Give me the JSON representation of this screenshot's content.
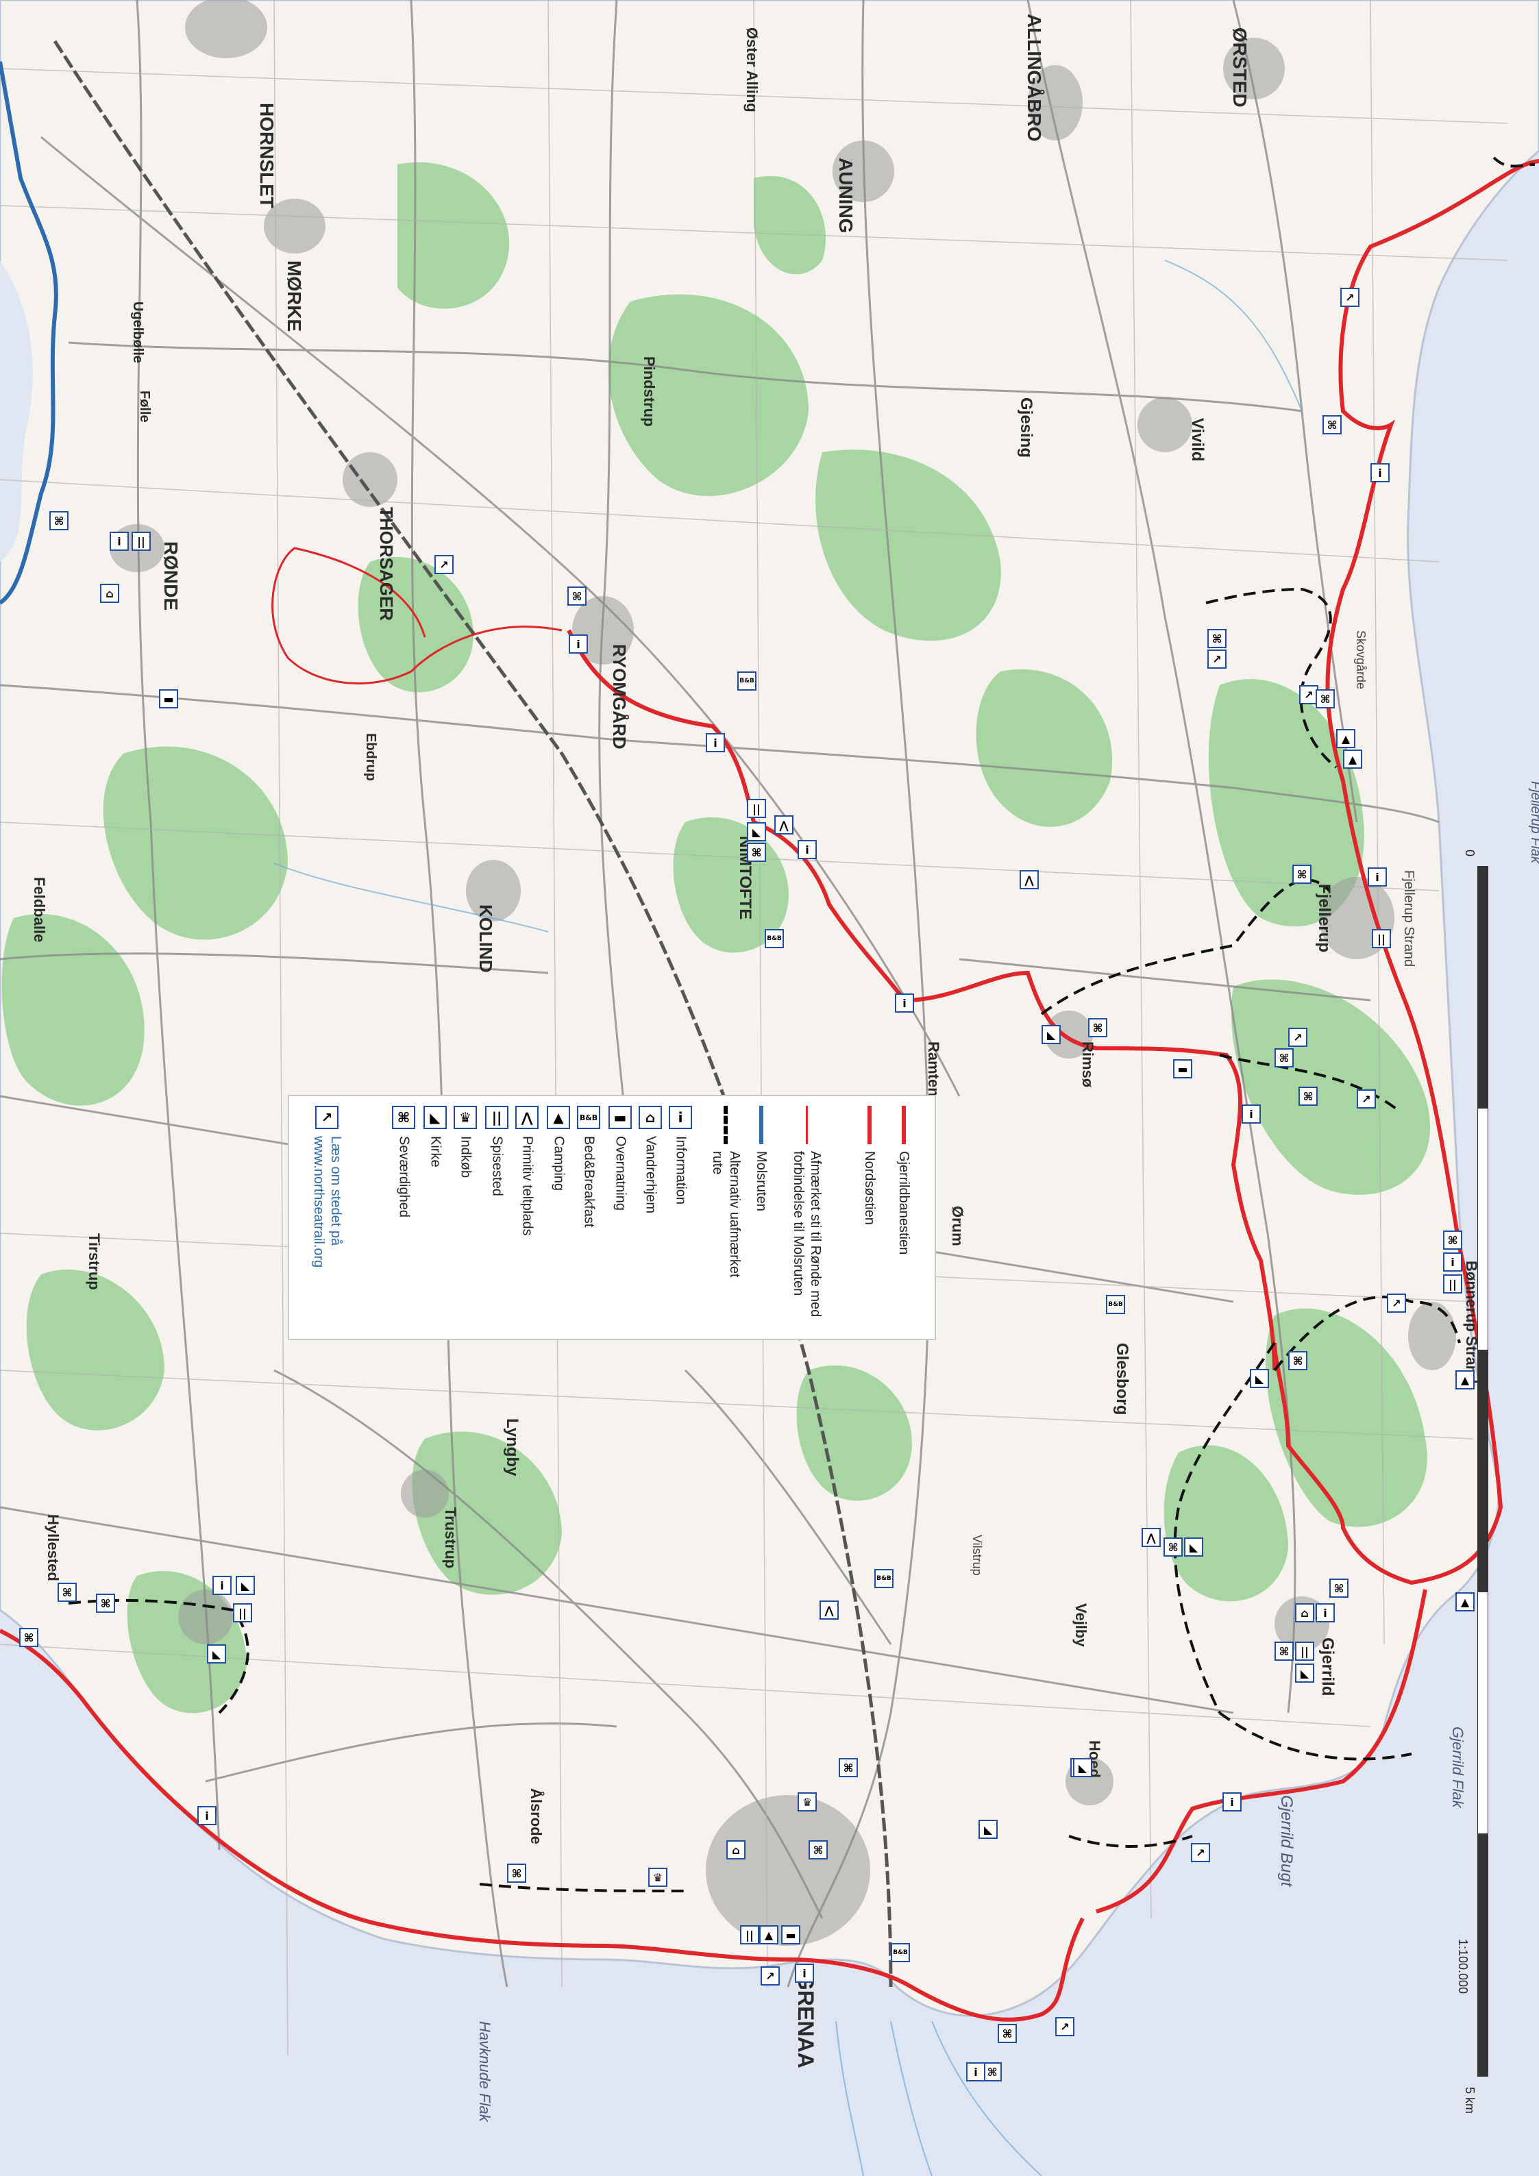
{
  "places": [
    {
      "name": "HORNSLET"
    },
    {
      "name": "MØRKE"
    },
    {
      "name": "RØNDE"
    },
    {
      "name": "THORSAGER"
    },
    {
      "name": "RYOMGÅRD"
    },
    {
      "name": "KOLIND"
    },
    {
      "name": "NIMTOFTE"
    },
    {
      "name": "AUNING"
    },
    {
      "name": "ALLINGÅBRO"
    },
    {
      "name": "ØRSTED"
    },
    {
      "name": "Vivild"
    },
    {
      "name": "Gjesing"
    },
    {
      "name": "Fjellerup"
    },
    {
      "name": "Rimsø"
    },
    {
      "name": "Ramten"
    },
    {
      "name": "Ørum"
    },
    {
      "name": "Glesborg"
    },
    {
      "name": "Bønnerup Strand"
    },
    {
      "name": "Gjerrild"
    },
    {
      "name": "Hoed"
    },
    {
      "name": "GRENAA"
    },
    {
      "name": "Lyngby"
    },
    {
      "name": "Trustrup"
    },
    {
      "name": "Hyllested"
    },
    {
      "name": "Tirstrup"
    },
    {
      "name": "Feldballe"
    },
    {
      "name": "Pindstrup"
    },
    {
      "name": "Vejlby"
    },
    {
      "name": "Ålsrode"
    },
    {
      "name": "Fjellerup Strand"
    },
    {
      "name": "Skovgårde"
    },
    {
      "name": "Vilstrup"
    },
    {
      "name": "Øster Alling"
    },
    {
      "name": "Ugelbølle"
    },
    {
      "name": "Følle"
    },
    {
      "name": "Ebdrup"
    }
  ],
  "water_labels": [
    {
      "name": "Gjerrild Bugt"
    },
    {
      "name": "Havknude Flak"
    },
    {
      "name": "Gjerrild Flak"
    },
    {
      "name": "Fjellerup Flak"
    }
  ],
  "legend": {
    "items": [
      {
        "label": "Gjerrildbanestien",
        "kind": "line",
        "color": "#e0262a"
      },
      {
        "label": "Nordsøstien",
        "kind": "line",
        "color": "#e0262a"
      },
      {
        "label": "Afmærket sti til Rønde med forbindelse til Molsruten",
        "kind": "line-thin",
        "color": "#e0262a"
      },
      {
        "label": "Molsruten",
        "kind": "line",
        "color": "#2c6bb0"
      },
      {
        "label": "Alternativ uafmærket rute",
        "kind": "dash",
        "color": "#000000"
      },
      {
        "label": "Information",
        "kind": "symbol",
        "icon": "info-icon",
        "glyph": "i"
      },
      {
        "label": "Vandrerhjem",
        "kind": "symbol",
        "icon": "hostel-icon",
        "glyph": "⌂"
      },
      {
        "label": "Overnatning",
        "kind": "symbol",
        "icon": "bed-icon",
        "glyph": "▬"
      },
      {
        "label": "Bed&Breakfast",
        "kind": "symbol",
        "icon": "bnb-icon",
        "glyph": "B&B"
      },
      {
        "label": "Camping",
        "kind": "symbol",
        "icon": "camping-icon",
        "glyph": "▲"
      },
      {
        "label": "Primitiv teltplads",
        "kind": "symbol",
        "icon": "tent-icon",
        "glyph": "⋀"
      },
      {
        "label": "Spisested",
        "kind": "symbol",
        "icon": "restaurant-icon",
        "glyph": "||"
      },
      {
        "label": "Indkøb",
        "kind": "symbol",
        "icon": "shopping-icon",
        "glyph": "♛"
      },
      {
        "label": "Kirke",
        "kind": "symbol",
        "icon": "church-icon",
        "glyph": "◣"
      },
      {
        "label": "Seværdighed",
        "kind": "symbol",
        "icon": "sight-icon",
        "glyph": "⌘"
      },
      {
        "label": "Læs om stedet på www.northseatrail.org",
        "kind": "symbol",
        "icon": "read-more-icon",
        "glyph": "↗",
        "blue": true
      }
    ]
  },
  "scale": {
    "ratio": "1:100.000",
    "start": "0",
    "end": "5 km"
  },
  "colors": {
    "sea": "#dfe6f2",
    "land": "#f6f3ee",
    "forest": "#9fd39a",
    "route": "#e0262a",
    "molsruten": "#2c6bb0"
  }
}
